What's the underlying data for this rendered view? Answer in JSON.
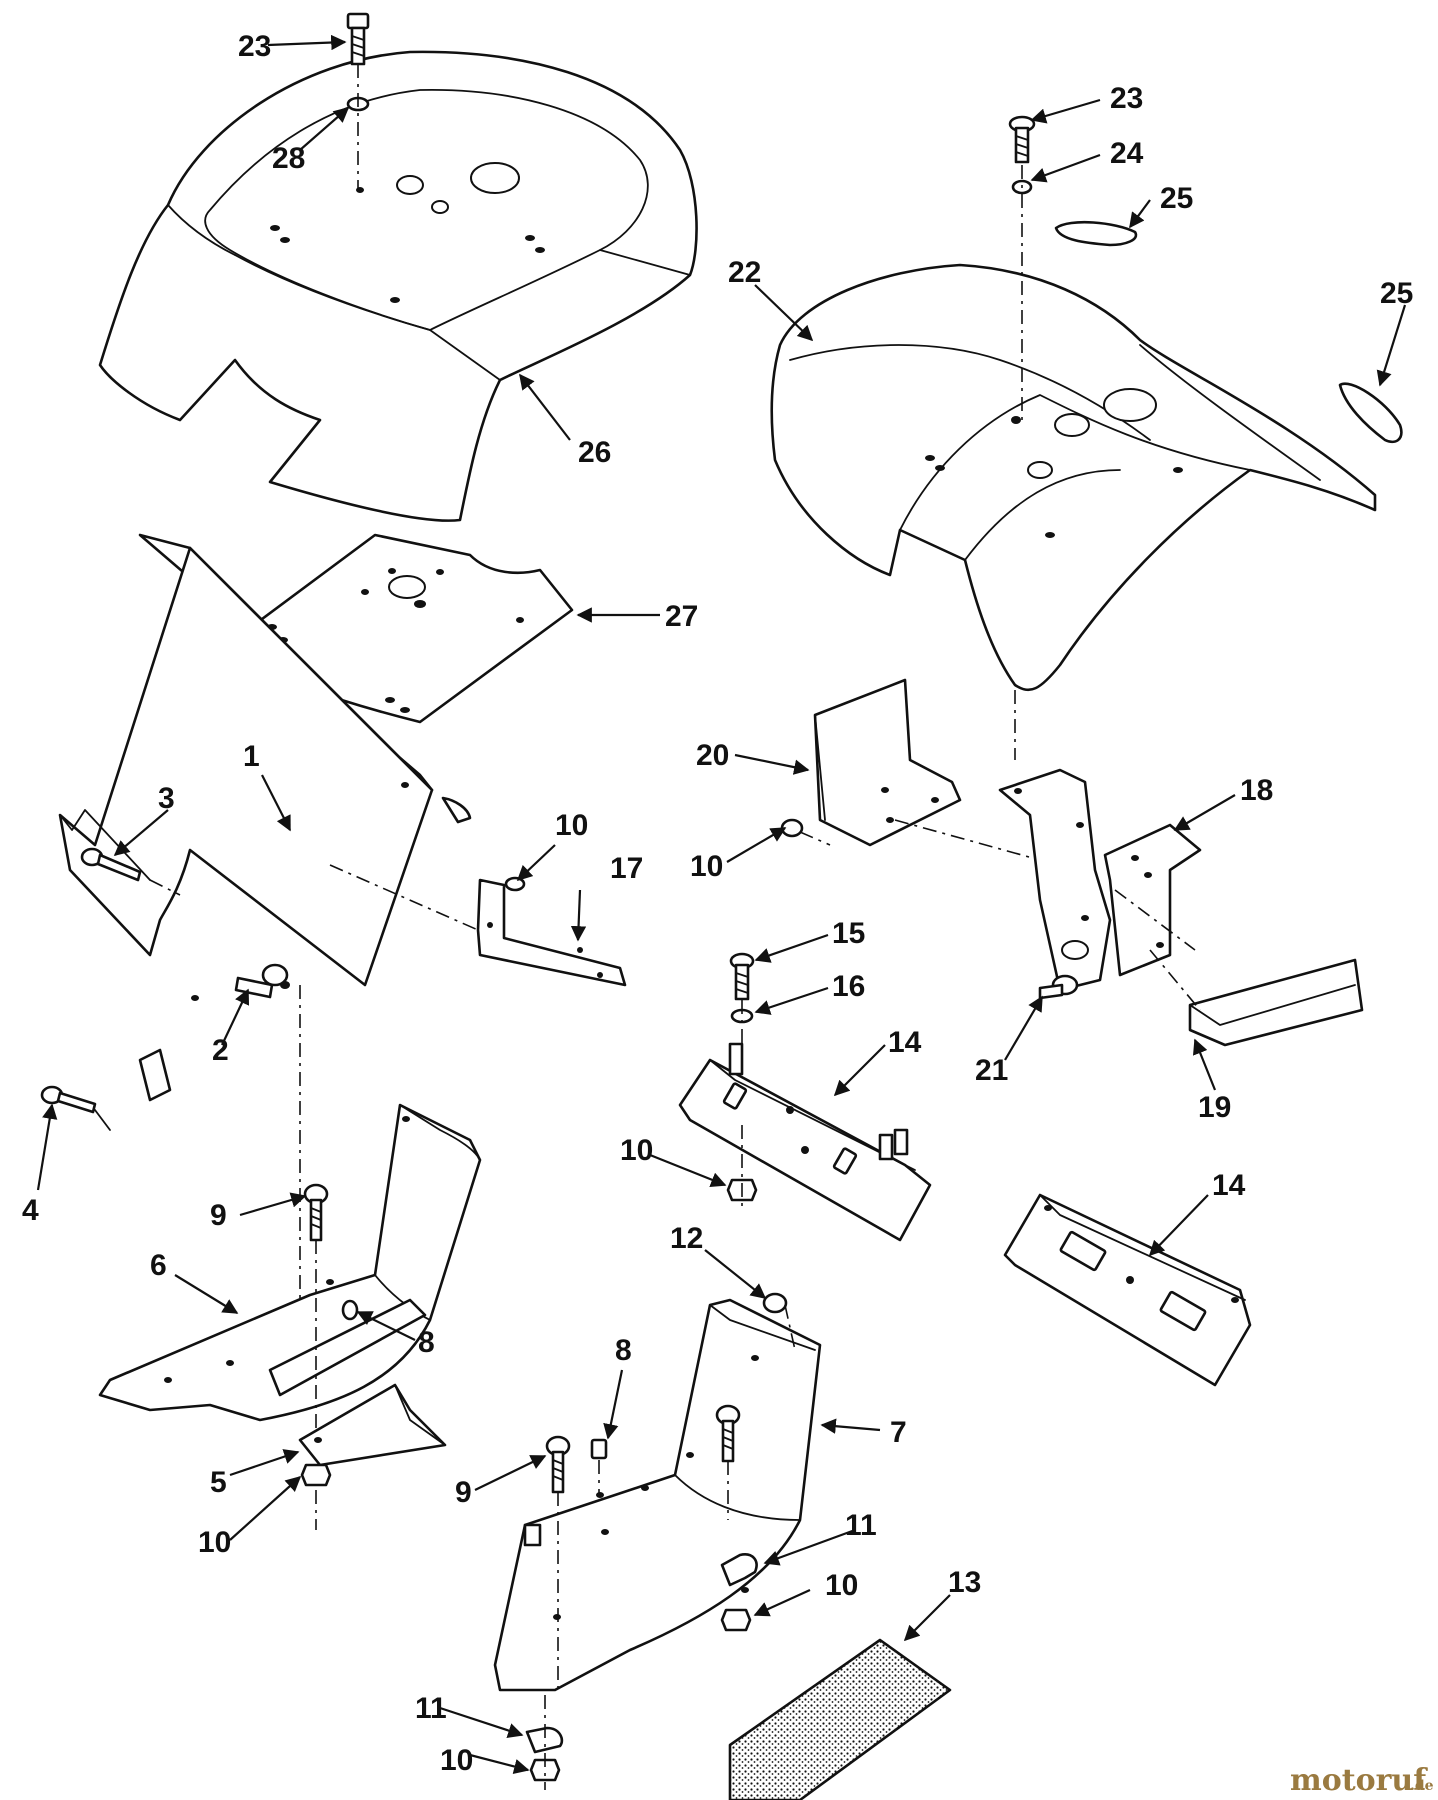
{
  "diagram": {
    "callouts": [
      "23",
      "28",
      "26",
      "27",
      "23",
      "24",
      "25",
      "22",
      "25",
      "1",
      "3",
      "2",
      "4",
      "10",
      "17",
      "20",
      "10",
      "18",
      "15",
      "16",
      "14",
      "21",
      "19",
      "10",
      "14",
      "9",
      "6",
      "8",
      "5",
      "10",
      "12",
      "8",
      "7",
      "9",
      "11",
      "10",
      "11",
      "10",
      "13"
    ]
  },
  "watermark": {
    "brand": "motoruf",
    "suffix": ".de",
    "brand_color": "#9a7a40"
  },
  "colors": {
    "ink": "#111111",
    "paper": "#ffffff"
  }
}
